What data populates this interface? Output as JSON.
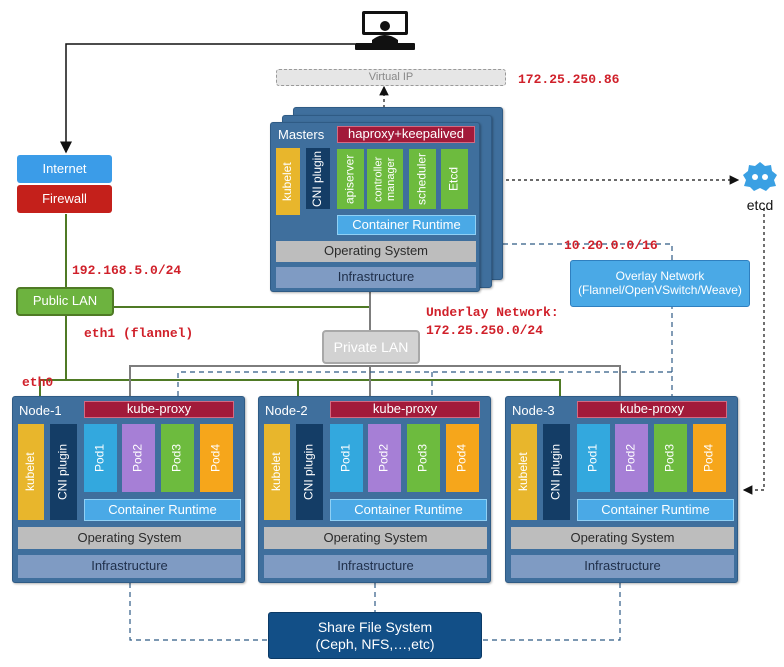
{
  "virtual_ip": {
    "label": "Virtual IP",
    "address": "172.25.250.86"
  },
  "internet": "Internet",
  "firewall": "Firewall",
  "public_lan": {
    "label": "Public LAN",
    "subnet": "192.168.5.0/24"
  },
  "private_lan": "Private LAN",
  "eth0": "eth0",
  "eth1": "eth1 (flannel)",
  "underlay": {
    "line1": "Underlay Network:",
    "line2": "172.25.250.0/24"
  },
  "overlay": {
    "subnet": "10.20.0.0/16",
    "line1": "Overlay Network",
    "line2": "(Flannel/OpenVSwitch/Weave)"
  },
  "etcd_logo": "etcd",
  "masters": {
    "title": "Masters",
    "haproxy": "haproxy+keepalived",
    "kubelet": "kubelet",
    "cni": "CNI plugin",
    "apiserver": "apiserver",
    "controller": "controller manager",
    "scheduler": "scheduler",
    "etcd": "Etcd",
    "runtime": "Container Runtime",
    "os": "Operating System",
    "infra": "Infrastructure"
  },
  "nodes": [
    {
      "title": "Node-1",
      "proxy": "kube-proxy",
      "kubelet": "kubelet",
      "cni": "CNI plugin",
      "pods": [
        "Pod1",
        "Pod2",
        "Pod3",
        "Pod4"
      ],
      "runtime": "Container Runtime",
      "os": "Operating System",
      "infra": "Infrastructure"
    },
    {
      "title": "Node-2",
      "proxy": "kube-proxy",
      "kubelet": "kubelet",
      "cni": "CNI plugin",
      "pods": [
        "Pod1",
        "Pod2",
        "Pod3",
        "Pod4"
      ],
      "runtime": "Container Runtime",
      "os": "Operating System",
      "infra": "Infrastructure"
    },
    {
      "title": "Node-3",
      "proxy": "kube-proxy",
      "kubelet": "kubelet",
      "cni": "CNI plugin",
      "pods": [
        "Pod1",
        "Pod2",
        "Pod3",
        "Pod4"
      ],
      "runtime": "Container Runtime",
      "os": "Operating System",
      "infra": "Infrastructure"
    }
  ],
  "share_fs": {
    "line1": "Share File System",
    "line2": "(Ceph, NFS,…,etc)"
  },
  "colors": {
    "node_bg": "#3f6f9d",
    "kube_proxy": "#a21a3a",
    "ip_label": "#d0202a",
    "lan_green": "#4f7a25"
  }
}
